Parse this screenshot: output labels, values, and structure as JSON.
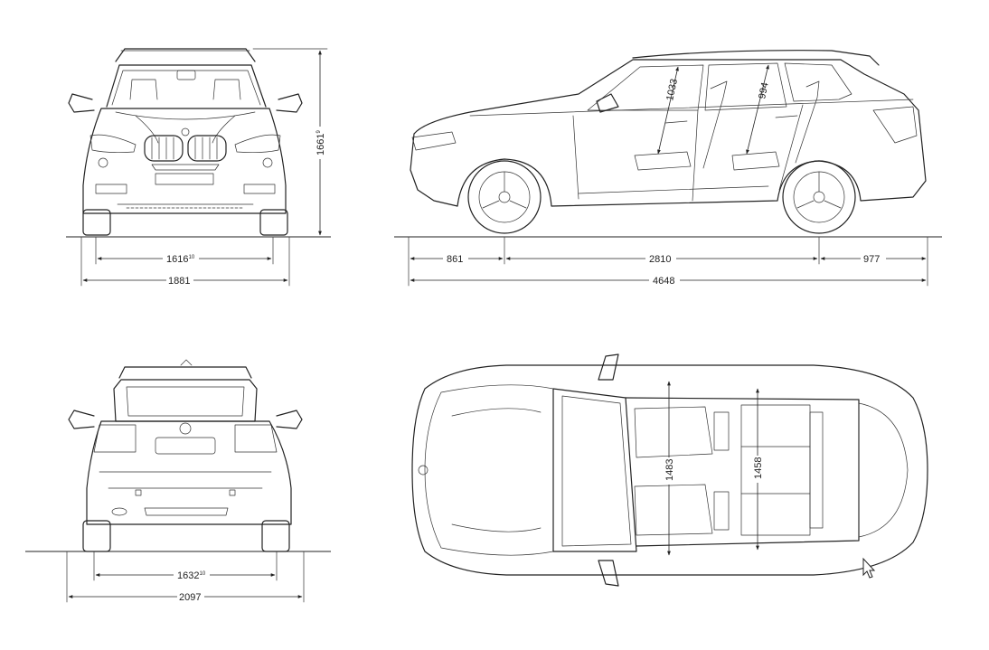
{
  "dimensions": {
    "front_track": "1616",
    "front_track_sup": "10",
    "overall_width": "1881",
    "height": "1661",
    "height_sup": "9",
    "front_overhang": "861",
    "wheelbase": "2810",
    "rear_overhang": "977",
    "overall_length": "4648",
    "front_headroom": "1033",
    "rear_headroom": "994",
    "rear_track": "1632",
    "rear_track_sup": "10",
    "mirror_width": "2097",
    "front_shoulder": "1483",
    "rear_shoulder": "1458"
  },
  "colors": {
    "line": "#222222",
    "background": "#ffffff"
  }
}
